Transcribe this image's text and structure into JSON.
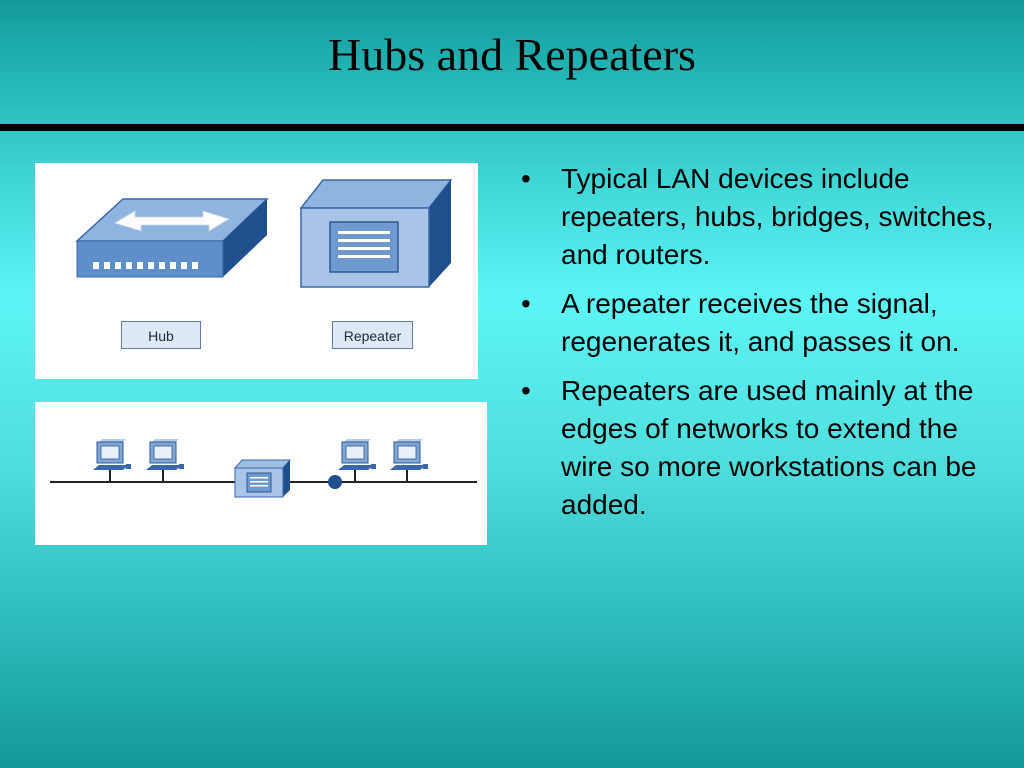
{
  "slide": {
    "title": "Hubs and Repeaters"
  },
  "figure": {
    "hub_label": "Hub",
    "repeater_label": "Repeater",
    "icons": [
      "hub-icon",
      "repeater-icon",
      "workstation-icon",
      "repeater-icon",
      "network-node-icon"
    ],
    "colors": {
      "device_face": "#7fa8d6",
      "device_side": "#1f4f8c",
      "device_dark": "#3b66a8",
      "label_fill": "#dfe9f5"
    }
  },
  "bullets": [
    {
      "marker": "•",
      "text": "Typical LAN devices include repeaters, hubs, bridges, switches, and routers."
    },
    {
      "marker": "•",
      "text": "A repeater receives the signal, regenerates it, and passes it on."
    },
    {
      "marker": "•",
      "text": "Repeaters are used mainly at the edges of networks to extend the wire so more workstations can be added."
    }
  ]
}
